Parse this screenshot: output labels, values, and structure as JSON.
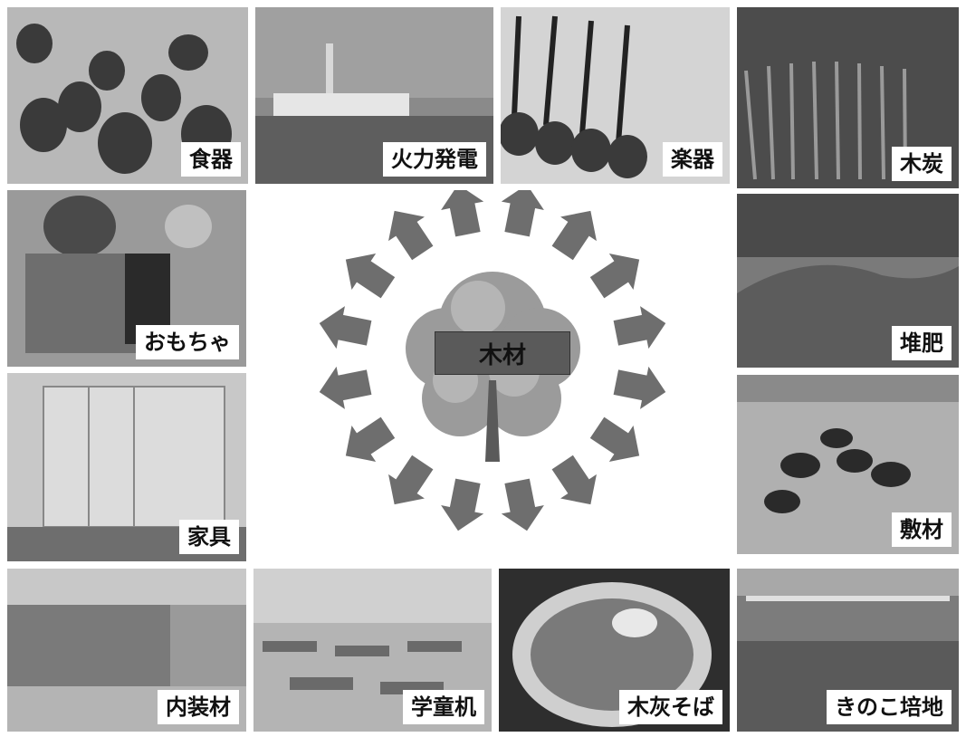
{
  "center": {
    "label": "木材"
  },
  "tiles": {
    "tableware": "食器",
    "power": "火力発電",
    "instrument": "楽器",
    "charcoal": "木炭",
    "toy": "おもちゃ",
    "compost": "堆肥",
    "furniture": "家具",
    "bedding": "敷材",
    "interior": "内装材",
    "desk": "学童机",
    "soba": "木灰そば",
    "mushroom": "きのこ培地"
  },
  "style": {
    "photo_gray": "#9a9a9a",
    "arrow_gray": "#6e6e6e"
  }
}
